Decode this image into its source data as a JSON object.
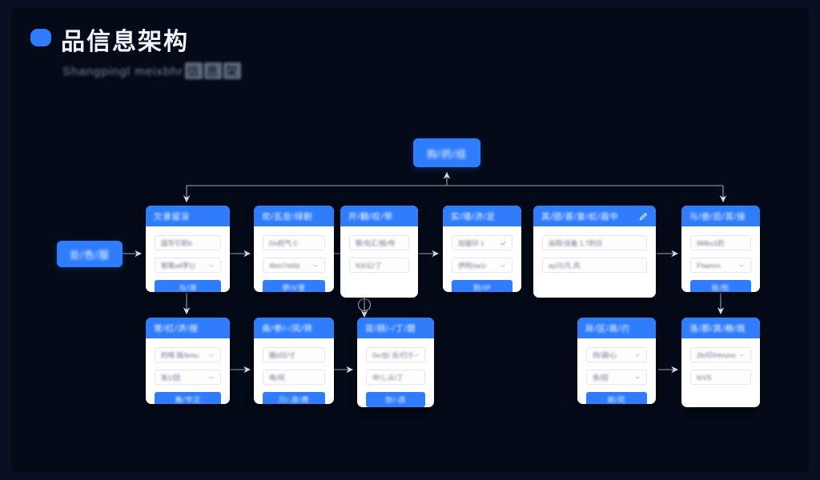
{
  "page": {
    "background_color": "#050a18",
    "frame_color": "#0a1024",
    "accent_color": "#2f7dfb",
    "card_surface_color": "#ffffff",
    "connector_color": "#c9cfda"
  },
  "header": {
    "title": "品信息架构",
    "subtitle": "Shangpingl  meixbhr",
    "subtitle_chips": [
      "信",
      "息",
      "架"
    ],
    "dot_icon": "blue-dot-icon"
  },
  "diagram": {
    "root": {
      "label": "购/药/组"
    },
    "entry": {
      "label": "处/色/服"
    },
    "row1": [
      {
        "title": "欠录留没",
        "fields": [
          {
            "value": "国写引职b",
            "marker": "none"
          },
          {
            "value": "智策a4学1)",
            "marker": "chevron"
          }
        ],
        "button": "与/消"
      },
      {
        "title": "欢/瓦岳!绿剧",
        "fields": [
          {
            "value": "Dn的气 C",
            "marker": "none"
          },
          {
            "value": "4bm7m0d",
            "marker": "chevron"
          }
        ],
        "button": "伊/V里"
      },
      {
        "title": "开/翻/叹/带",
        "fields": [
          {
            "value": "联/包汇/抵/夺",
            "marker": "none"
          },
          {
            "value": "N3/公/了",
            "marker": "none"
          }
        ],
        "button": null
      },
      {
        "title": "实/墙/济/足",
        "fields": [
          {
            "value": "加留印 1",
            "marker": "check"
          },
          {
            "value": "伊阿/se1/",
            "marker": "chevron"
          }
        ],
        "button": "到/IP"
      },
      {
        "title": "其/团/甚/复/虹/眉中",
        "fields": [
          {
            "value": "由取/设备 1.7的日",
            "marker": "none"
          },
          {
            "value": "ay只/凡.风",
            "marker": "none"
          }
        ],
        "button": null,
        "header_icon": "pencil-icon",
        "wide": true
      },
      {
        "title": "与/册/后/其/接",
        "fields": [
          {
            "value": "9Mbu1的",
            "marker": "none"
          },
          {
            "value": "Fhwncn",
            "marker": "chevron"
          }
        ],
        "button": "轮/形"
      }
    ],
    "row2": [
      {
        "title": "常/红/济/按",
        "fields": [
          {
            "value": "的哨 挺/bmu",
            "marker": "chevron"
          },
          {
            "value": "张1/回",
            "marker": "chevron"
          }
        ],
        "button": "角/节汉"
      },
      {
        "title": "商/参/-/风/筛",
        "fields": [
          {
            "value": "服d日/寸",
            "marker": "none"
          },
          {
            "value": "电/间",
            "marker": "none"
          }
        ],
        "button": "只/.改/费"
      },
      {
        "title": "双/顾/-/丁/题",
        "fields": [
          {
            "value": "0v/台/ 反/打/归",
            "marker": "chevron"
          },
          {
            "value": "中/し从/丁",
            "marker": "none"
          }
        ],
        "button": "你/-改"
      },
      {
        "title": "异/区/高/刃",
        "fields": [
          {
            "value": "何/调/心",
            "marker": "chevron"
          },
          {
            "value": "各/回",
            "marker": "chevron"
          }
        ],
        "button": "航/究"
      },
      {
        "title": "洛/那/其/粮/既",
        "fields": [
          {
            "value": "2b/印/nh/uno",
            "marker": "chevron"
          },
          {
            "value": "6/VS",
            "marker": "none"
          }
        ],
        "button": null
      }
    ]
  }
}
